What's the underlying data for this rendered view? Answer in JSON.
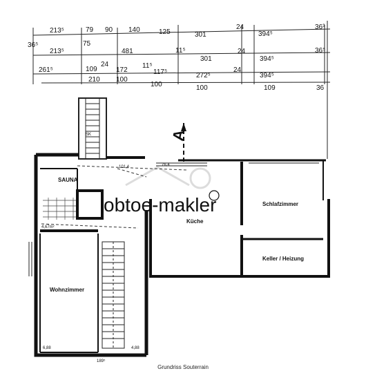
{
  "dimensions": {
    "row1": [
      "213⁵",
      "79",
      "90",
      "140",
      "125",
      "301",
      "24",
      "394⁵",
      "36³"
    ],
    "row2": [
      "36⁵",
      "213⁵",
      "75",
      "481",
      "11⁵",
      "301",
      "24",
      "394⁵",
      "36⁵"
    ],
    "row3": [
      "261⁵",
      "109",
      "24",
      "172",
      "11⁵",
      "117⁵",
      "272⁵",
      "24",
      "394⁵"
    ],
    "row4": [
      "210",
      "100",
      "100",
      "100",
      "109",
      "36"
    ]
  },
  "rooms": {
    "sauna": "SAUNA",
    "kueche": "Küche",
    "schlafzimmer": "Schlafzimmer",
    "keller": "Keller / Heizung",
    "wohnzimmer": "Wohnzimmer"
  },
  "labels": {
    "section_marker": "A",
    "stair_sk": "SK",
    "note_left": "4,67m²",
    "note_mid": "101,4",
    "note_door": "76,4",
    "note_bottom_left": "6,88",
    "note_bottom_right": "4,88",
    "note_bottom": "189⁵"
  },
  "watermark": "obtoe-makler",
  "caption": "Grundriss Souterrain"
}
